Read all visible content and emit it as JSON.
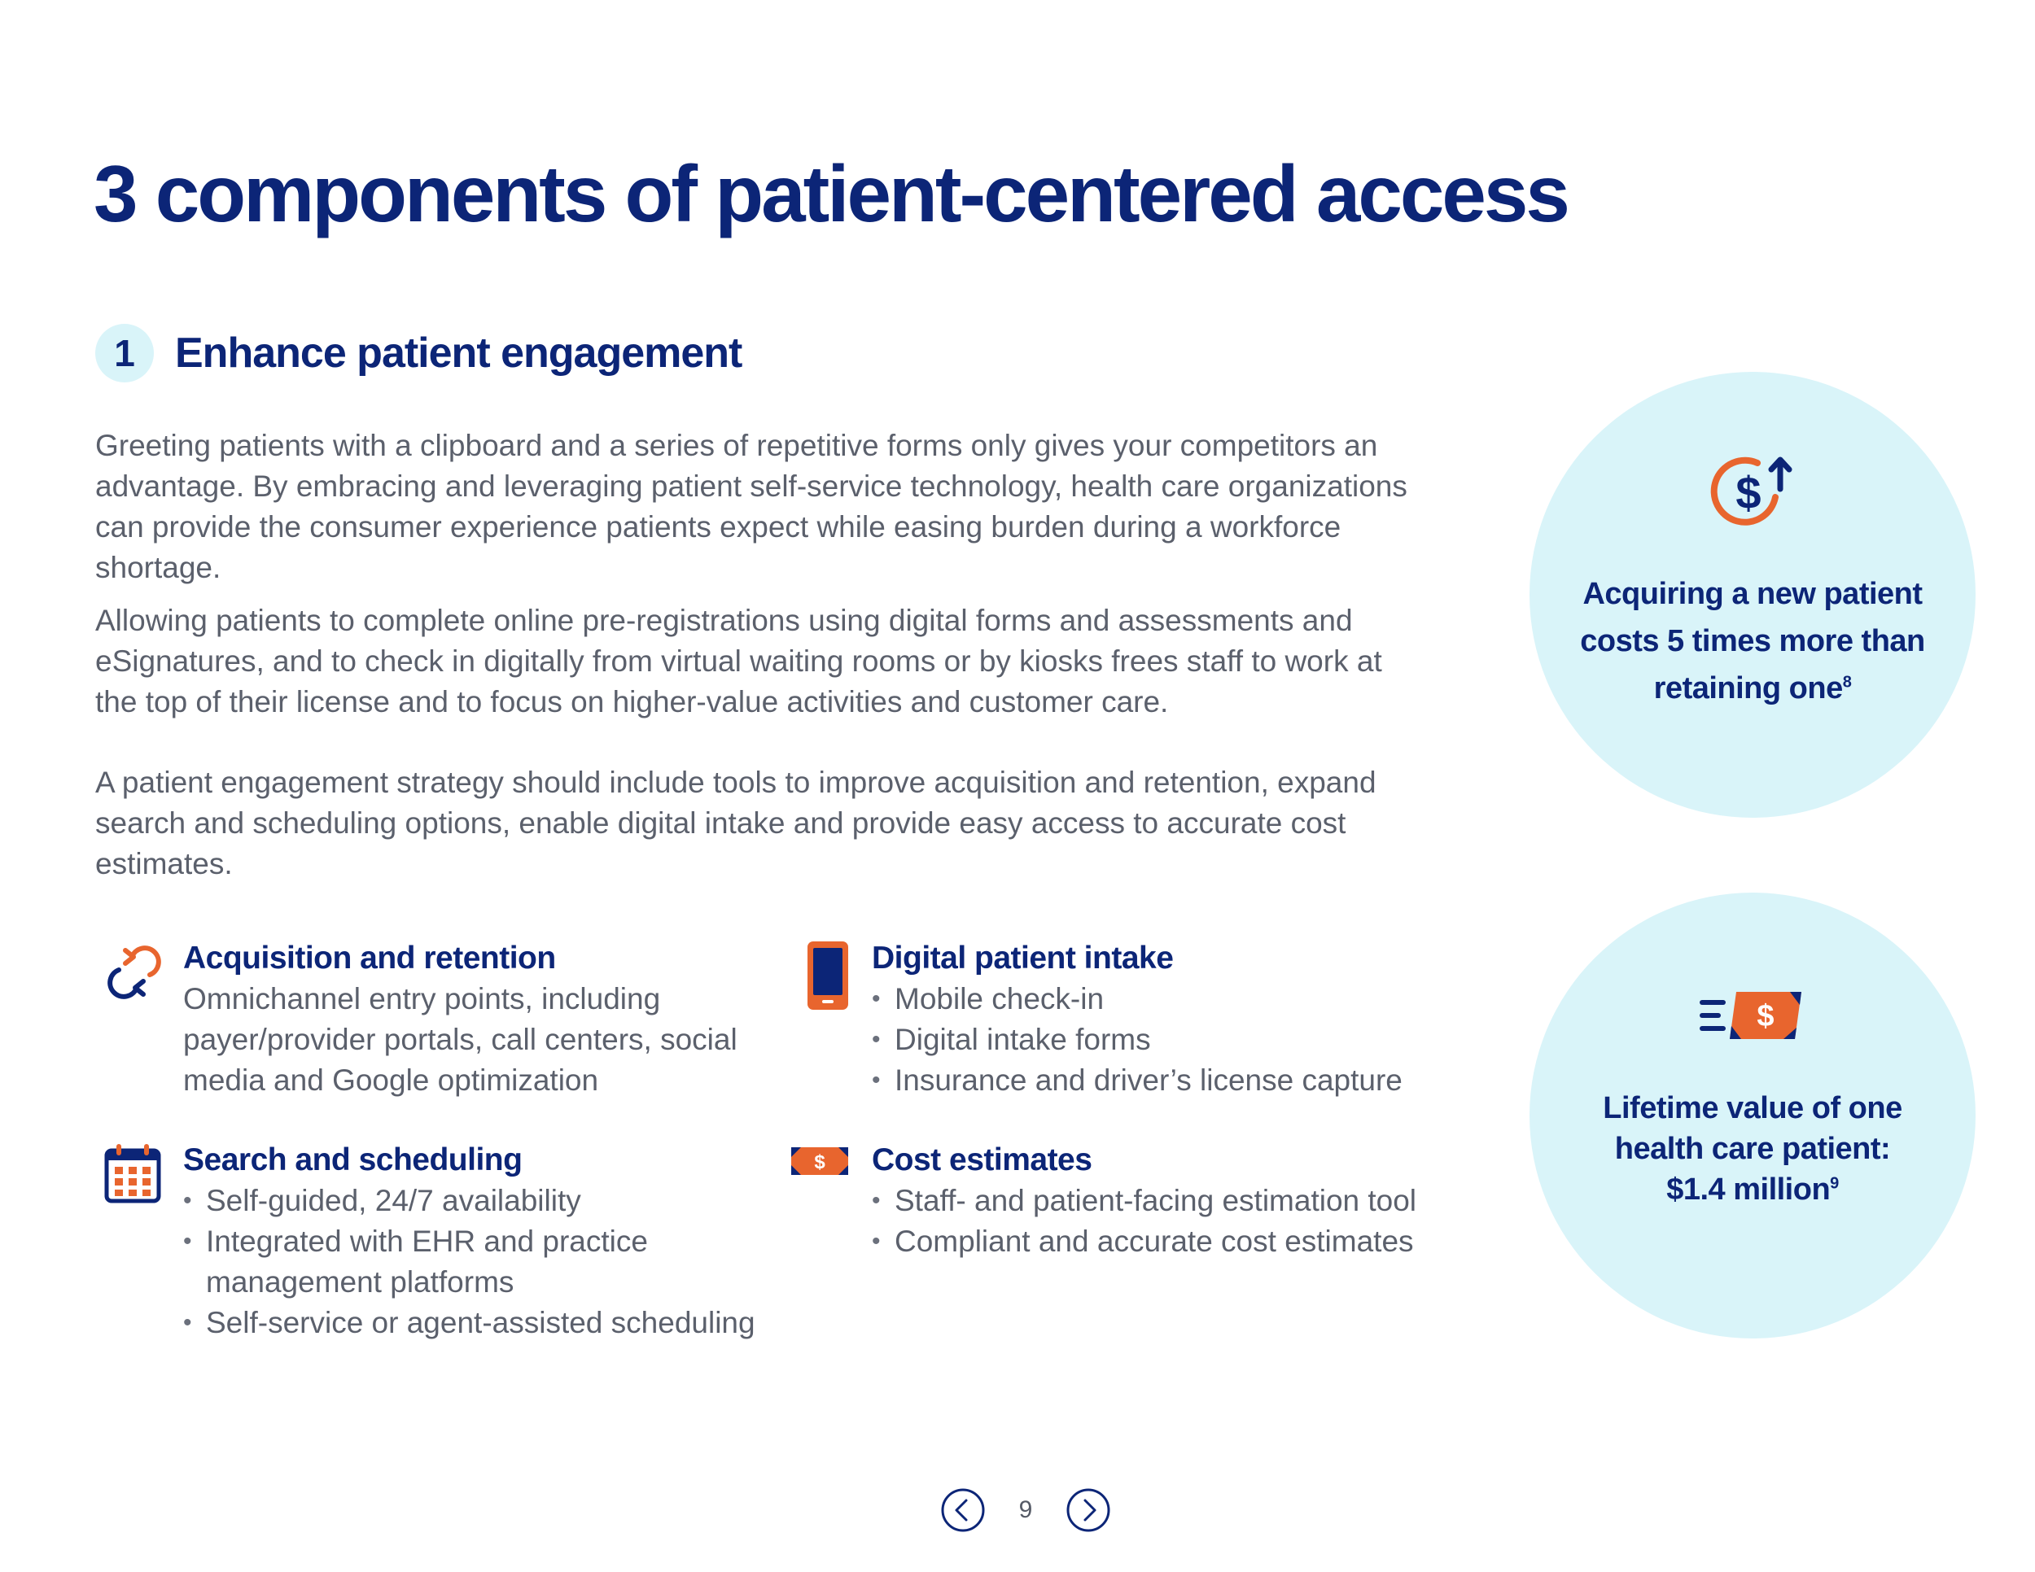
{
  "page": {
    "title": "3 components of patient-centered access",
    "page_number": "9"
  },
  "section": {
    "number": "1",
    "title": "Enhance patient engagement"
  },
  "paragraphs": [
    "Greeting patients with a clipboard and a series of repetitive forms only gives your competitors an advantage. By embracing and leveraging patient self-service technology, health care organizations can provide the consumer experience patients expect while easing burden during a workforce shortage.",
    "Allowing patients to complete online pre-registrations using digital forms and assessments and eSignatures, and to check in digitally from virtual waiting rooms or by kiosks frees staff to work at the top of their license and to focus on higher-value activities and customer care.",
    "A patient engagement strategy should include tools to improve acquisition and retention, expand search and scheduling options, enable digital intake and provide easy access to accurate cost estimates."
  ],
  "features": {
    "acquisition": {
      "title": "Acquisition and retention",
      "description": "Omnichannel entry points, including payer/provider portals, call centers, social media and Google optimization",
      "icon": "refresh-arrows-icon"
    },
    "intake": {
      "title": "Digital patient intake",
      "bullets": [
        "Mobile check-in",
        "Digital intake forms",
        "Insurance and driver’s license capture"
      ],
      "icon": "mobile-phone-icon"
    },
    "scheduling": {
      "title": "Search and scheduling",
      "bullets": [
        "Self-guided, 24/7 availability",
        "Integrated with EHR and practice management platforms",
        "Self-service or agent-assisted scheduling"
      ],
      "icon": "calendar-icon"
    },
    "cost": {
      "title": "Cost estimates",
      "bullets": [
        "Staff- and patient-facing estimation tool",
        "Compliant and accurate cost estimates"
      ],
      "icon": "dollar-bill-icon"
    }
  },
  "stats": [
    {
      "text": "Acquiring a new patient costs 5 times more than retaining one",
      "footnote": "8",
      "icon": "dollar-up-arrow-icon"
    },
    {
      "line1": "Lifetime value of one health care patient:",
      "line2": "$1.4 million",
      "footnote": "9",
      "icon": "fast-dollar-bill-icon"
    }
  ],
  "colors": {
    "navy": "#0c2577",
    "orange": "#e8652e",
    "light_cyan": "#d9f4f9",
    "body_gray": "#5b606c"
  }
}
